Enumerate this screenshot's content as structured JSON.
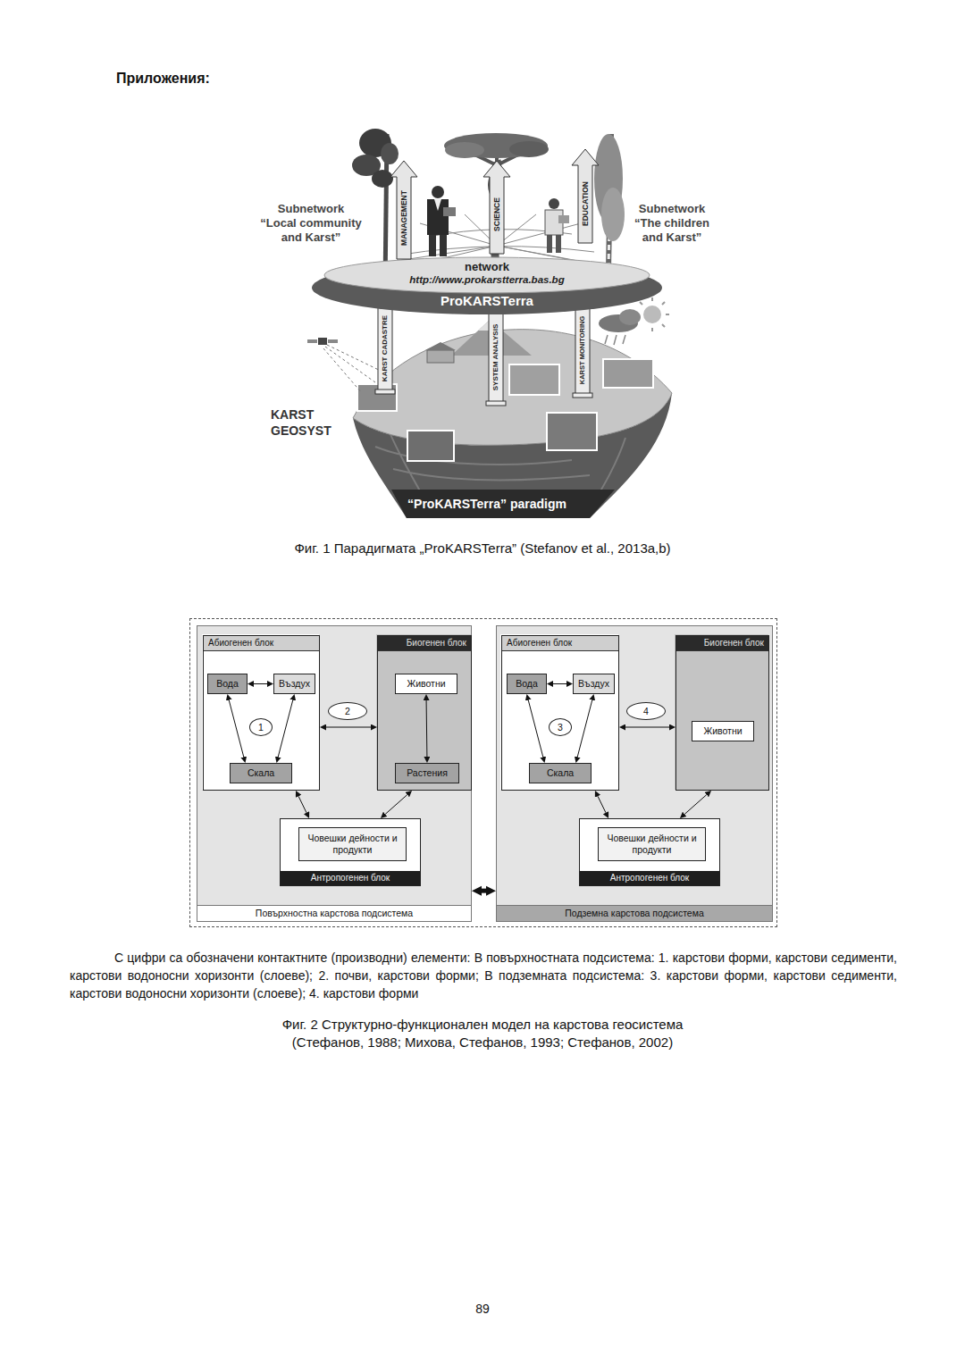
{
  "diagram": {
    "title": "Приложения:",
    "caption": "Фиг. 2 Структурно-функционален модел на карстова геосистема (Стефанов, 1988; Михова, Стефанов, 1993; Стефанов, 2002)",
    "nodes": [
      {
        "text": [
          "Повърхностна карстова подсистема"
        ]
      },
      {
        "text": [
          "Абиогенен блок"
        ],
        "in": 0
      },
      {
        "text": [
          "Вода"
        ],
        "in": 1
      },
      {
        "text": [
          "Въздух"
        ],
        "in": 1
      },
      {
        "text": [
          "1"
        ],
        "in": 1
      },
      {
        "text": [
          "Скала"
        ],
        "in": 1
      },
      {
        "text": [
          "Биогенен блок"
        ],
        "in": 0
      },
      {
        "text": [
          "Животни"
        ],
        "in": 6
      },
      {
        "text": [
          "Растения"
        ],
        "in": 6
      },
      {
        "text": [
          "Антропогенен блок"
        ],
        "in": 0
      },
      {
        "text": [
          "Човешки дейности и продукти"
        ],
        "in": 9
      },
      {
        "text": [
          "2"
        ],
        "in": 0
      },
      {
        "text": [
          "Подземна карстова подсистема"
        ]
      },
      {
        "text": [
          "Абиогенен блок"
        ],
        "in": 12
      },
      {
        "text": [
          "Вода"
        ],
        "in": 13
      },
      {
        "text": [
          "Въздух"
        ],
        "in": 13
      },
      {
        "text": [
          "3"
        ],
        "in": 13
      },
      {
        "text": [
          "Скала"
        ],
        "in": 13
      },
      {
        "text": [
          "Биогенен блок"
        ],
        "in": 12
      },
      {
        "text": [
          "Животни"
        ],
        "in": 18
      },
      {
        "text": [
          "Антропогенен блок"
        ],
        "in": 12
      },
      {
        "text": [
          "Човешки дейности и продукти"
        ],
        "in": 20
      },
      {
        "text": [
          "4"
        ],
        "in": 12
      }
    ],
    "edges": [
      {
        "from": 2,
        "to": 3,
        "arrow": "both"
      },
      {
        "from": 2,
        "to": 5,
        "arrow": "both"
      },
      {
        "from": 3,
        "to": 5,
        "arrow": "both"
      },
      {
        "from": 1,
        "to": 6,
        "arrow": "both"
      },
      {
        "from": 7,
        "to": 8,
        "arrow": "both"
      },
      {
        "from": 1,
        "to": 9,
        "arrow": "both"
      },
      {
        "from": 6,
        "to": 9,
        "arrow": "both"
      },
      {
        "from": 0,
        "to": 12,
        "arrow": "both"
      },
      {
        "from": 14,
        "to": 15,
        "arrow": "both"
      },
      {
        "from": 14,
        "to": 17,
        "arrow": "both"
      },
      {
        "from": 15,
        "to": 17,
        "arrow": "both"
      },
      {
        "from": 13,
        "to": 18,
        "arrow": "both"
      },
      {
        "from": 13,
        "to": 20,
        "arrow": "both"
      },
      {
        "from": 18,
        "to": 20,
        "arrow": "both"
      }
    ],
    "labels": [
      "Subnetwork “Local community and Karst”",
      "MANAGEMENT",
      "SCIENCE",
      "EDUCATION",
      "Subnetwork “The children and Karst”",
      "network",
      "http://www.prokarstterra.bas.bg",
      "ProKARSTerra",
      "KARST CADASTRE",
      "SYSTEM ANALYSIS",
      "KARST MONITORING",
      "KARST GEOSYST",
      "“ProKARSTerra” paradigm",
      "Фиг. 1 Парадигмата „ProKARSTerra” (Stefanov et al., 2013a,b)",
      "С цифри са обозначени контактните (производни) елементи: В повърхностната подсистема: 1. карстови форми, карстови седименти, карстови водоносни хоризонти (слоеве); 2. почви, карстови форми; В подземната подсистема: 3. карстови форми, карстови седименти, карстови водоносни хоризонти (слоеве); 4. карстови форми",
      "89"
    ]
  }
}
